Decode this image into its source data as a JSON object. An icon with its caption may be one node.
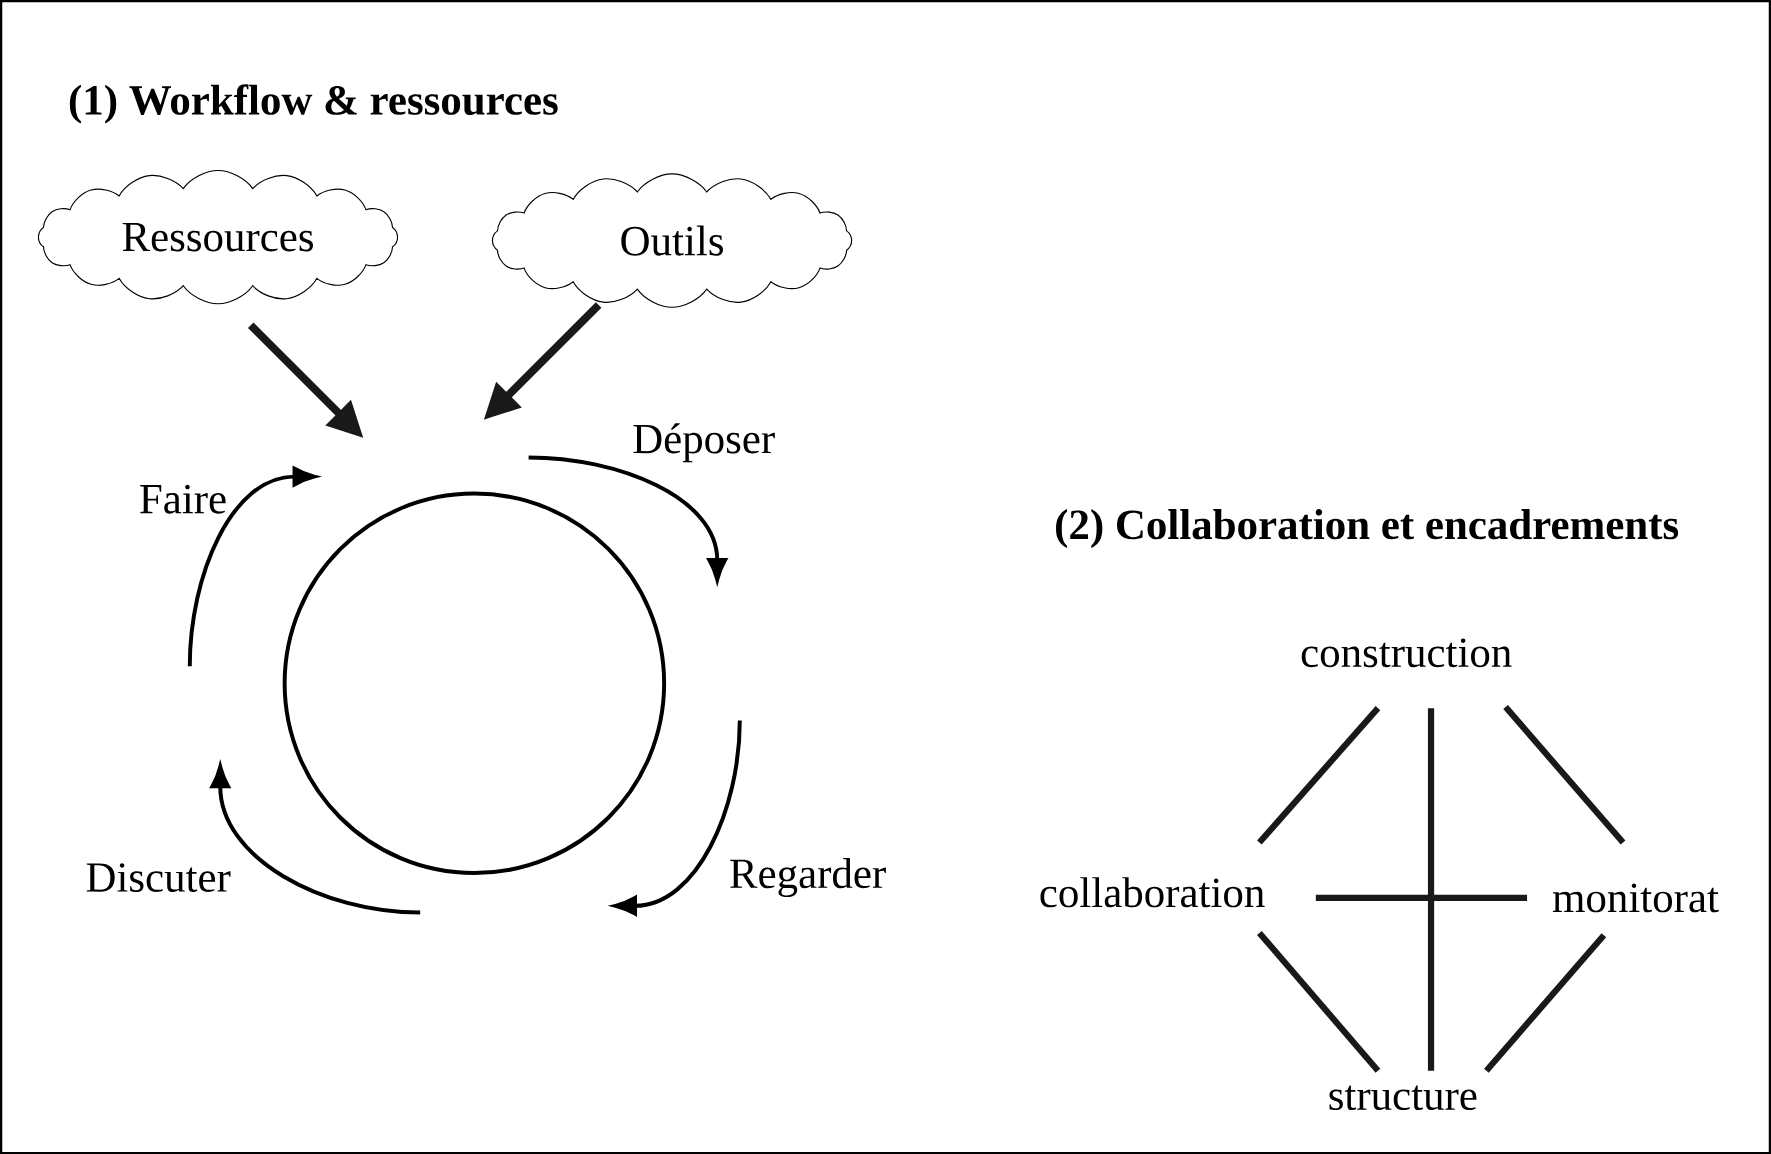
{
  "diagram": {
    "nodes": [
      {
        "text": [
          "Ressources"
        ]
      },
      {
        "text": [
          "Outils"
        ]
      },
      {
        "text": [],
        "shape": "circle"
      },
      {
        "text": [
          "construction"
        ]
      },
      {
        "text": [
          "collaboration"
        ]
      },
      {
        "text": [
          "monitorat"
        ]
      },
      {
        "text": [
          "structure"
        ]
      }
    ],
    "edges": [
      {
        "from": 0,
        "to": 2,
        "arrow": "to"
      },
      {
        "from": 1,
        "to": 2,
        "arrow": "to"
      },
      {
        "from": 3,
        "to": 4,
        "arrow": "none"
      },
      {
        "from": 3,
        "to": 5,
        "arrow": "none"
      },
      {
        "from": 3,
        "to": 6,
        "arrow": "none"
      },
      {
        "from": 4,
        "to": 5,
        "arrow": "none"
      },
      {
        "from": 4,
        "to": 6,
        "arrow": "none"
      },
      {
        "from": 5,
        "to": 6,
        "arrow": "none"
      }
    ],
    "labels": [
      "(1) Workflow & ressources",
      "Déposer",
      "Faire",
      "(2) Collaboration et encadrements",
      "Regarder",
      "Discuter"
    ]
  }
}
